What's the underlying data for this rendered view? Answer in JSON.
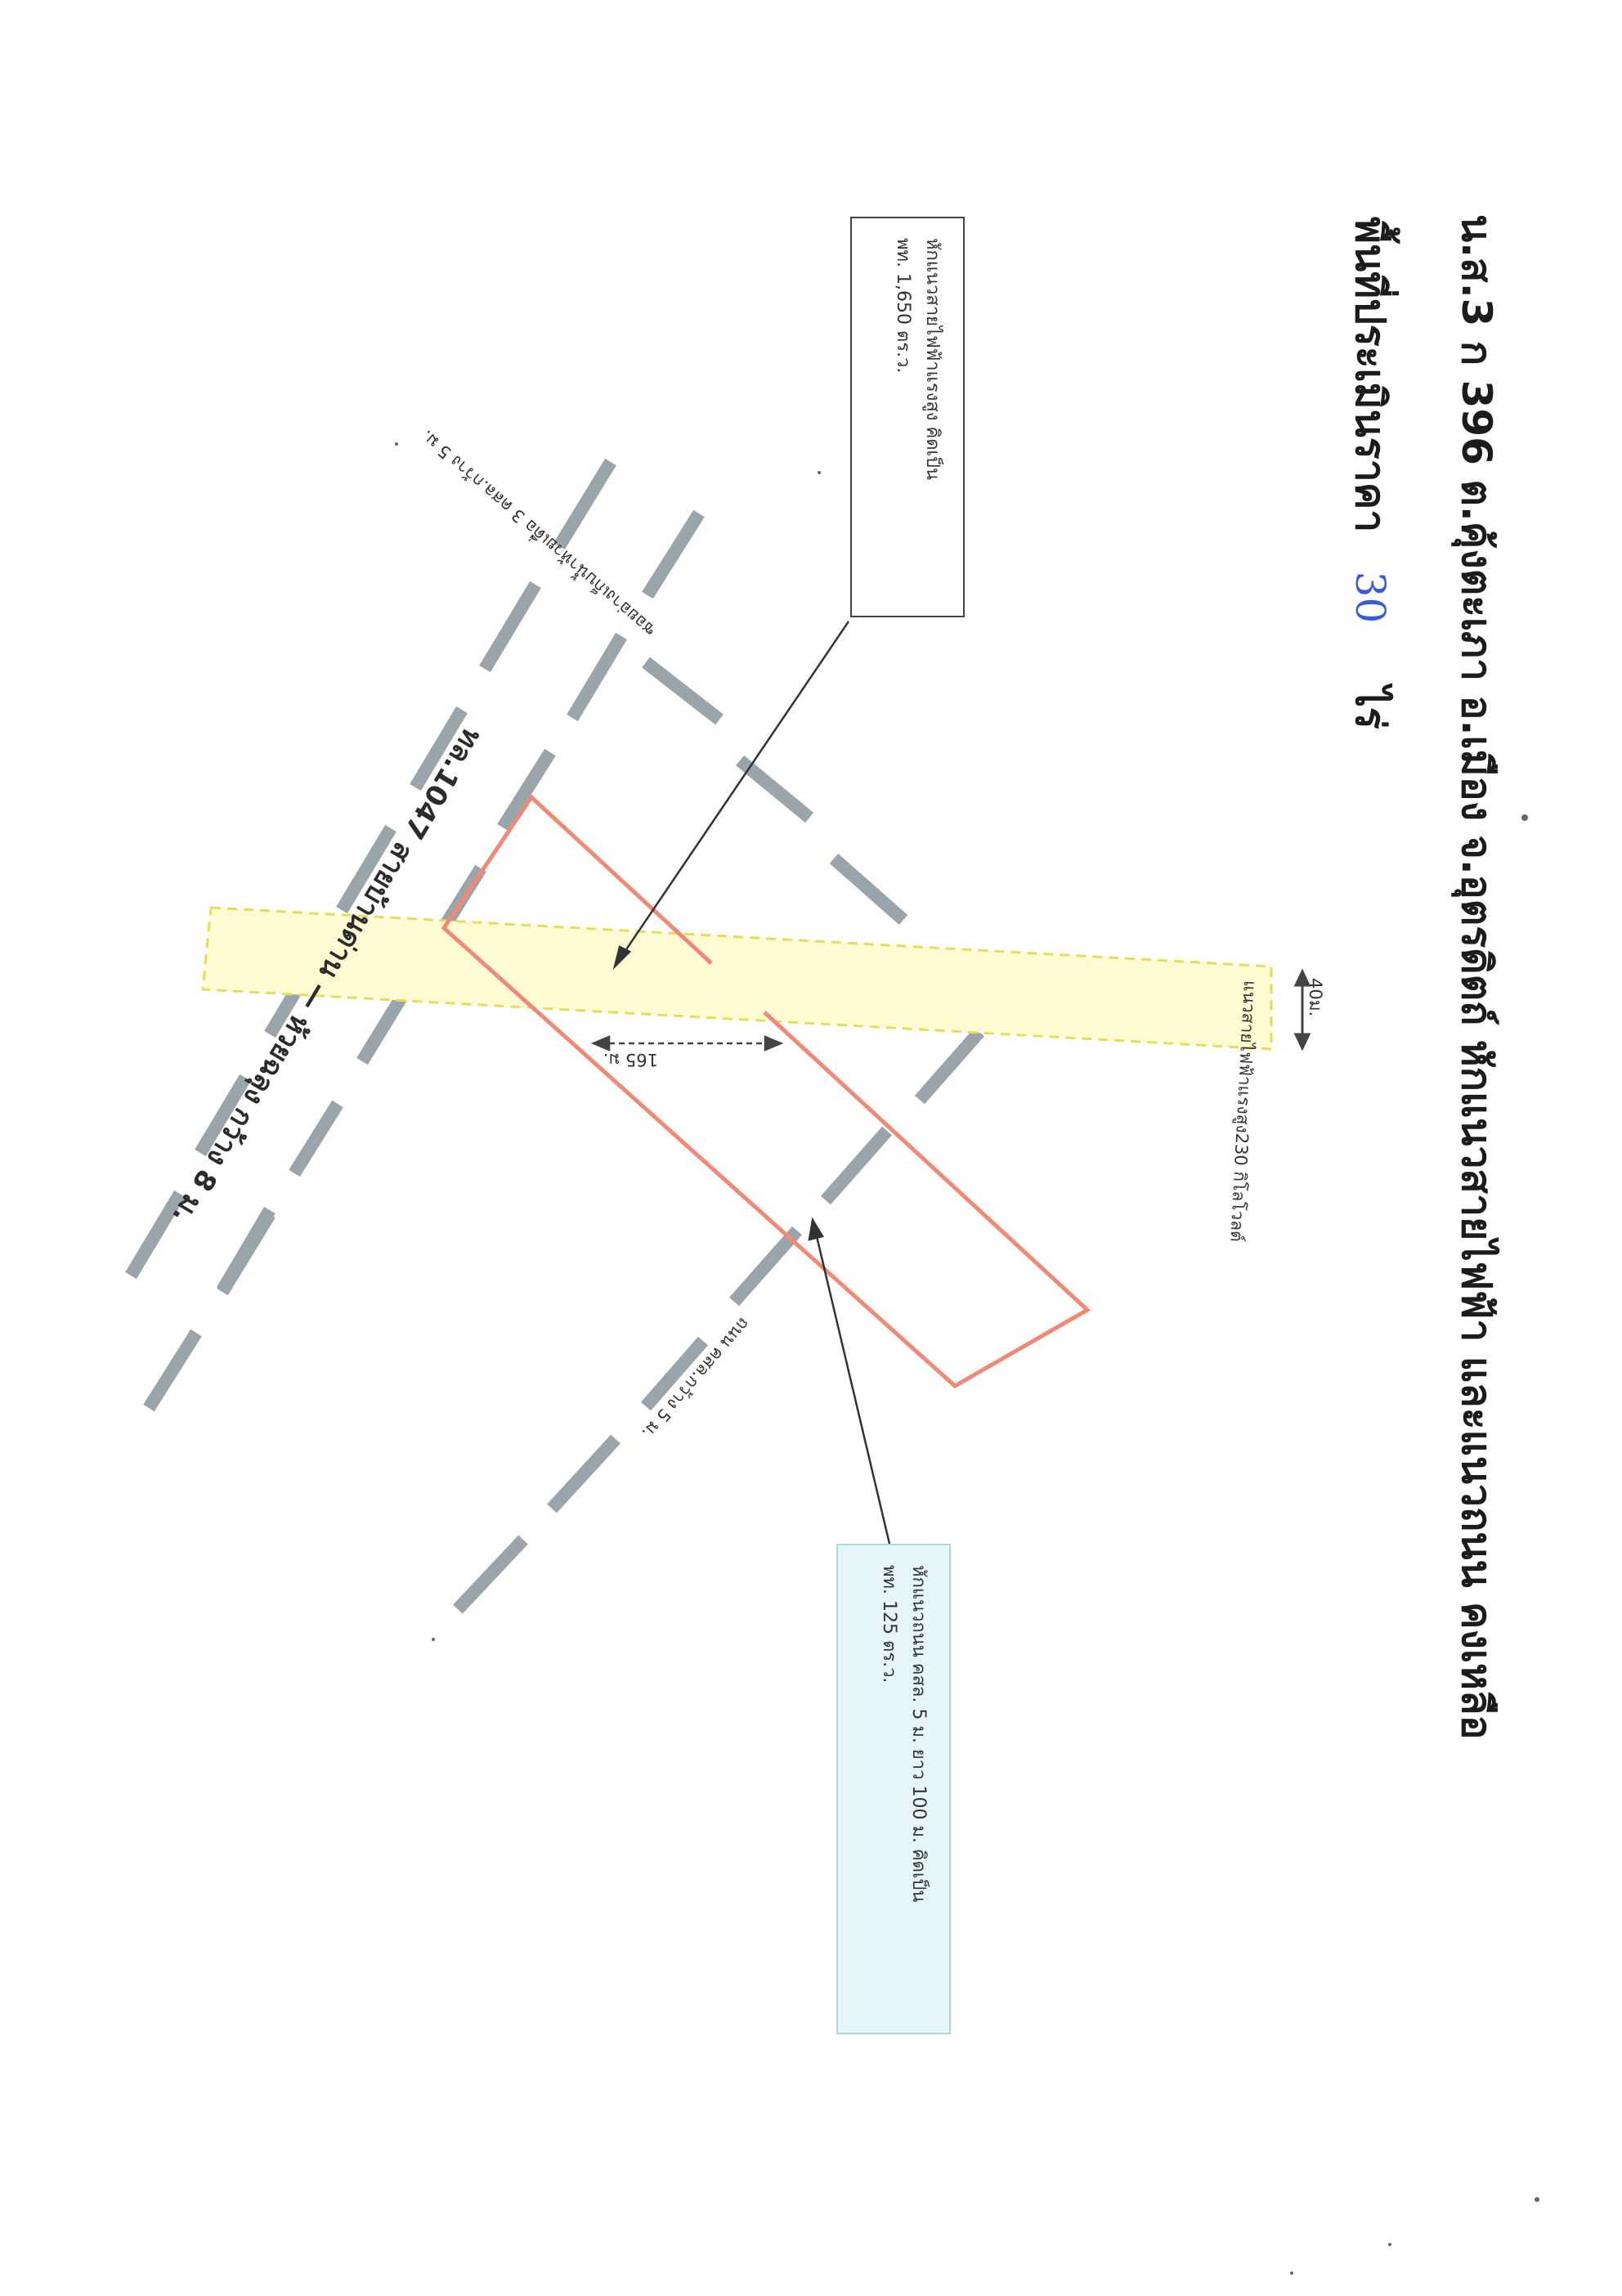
{
  "title": {
    "line1": "น.ส.3 ก 396 ต.คุ้งตะเภา อ.เมือง จ.อุตรดิตถ์ หักแนวสายไฟฟ้า และแนวถนน คงเหลือ",
    "line2_prefix": "พื้นที่ประเมินราคา",
    "handwritten_value": "30",
    "line2_unit": "ไร่"
  },
  "callouts": {
    "powerline_deduction": {
      "line1": "หักแนวสายไฟฟ้าแรงสูง คิดเป็น",
      "line2": "พท. 1,650 ตร.ว."
    },
    "road_deduction": {
      "line1": "หักแนวถนน คสล. 5 ม. ยาว 100 ม. คิดเป็น",
      "line2": "พท. 125 ตร.ว."
    }
  },
  "labels": {
    "highway": "ทล.1047 สายบ้านด่าน — ห้วยฉลุง กว้าง 8 ม.",
    "soi_top": "ซอยอ่างเก็บน้ำห้วยเดื่อ 3 คสล.กว้าง 5 ม.",
    "soi_bottom": "ถนน คสล.กว้าง 5 ม.",
    "powerline": "แนวสายไฟฟ้าแรงสูง230 กิโลโวลต์",
    "powerline_width": "40ม.",
    "plot_width": "165 ม."
  },
  "colors": {
    "road_dash": "#9aa4ab",
    "plot_outline": "#f08a76",
    "powerline_band": "#f4ee8a",
    "callout_border": "#444444",
    "callout_fill": "#e6f5f8",
    "handwriting": "#3b5bd6",
    "ink": "#2b2b2b"
  }
}
